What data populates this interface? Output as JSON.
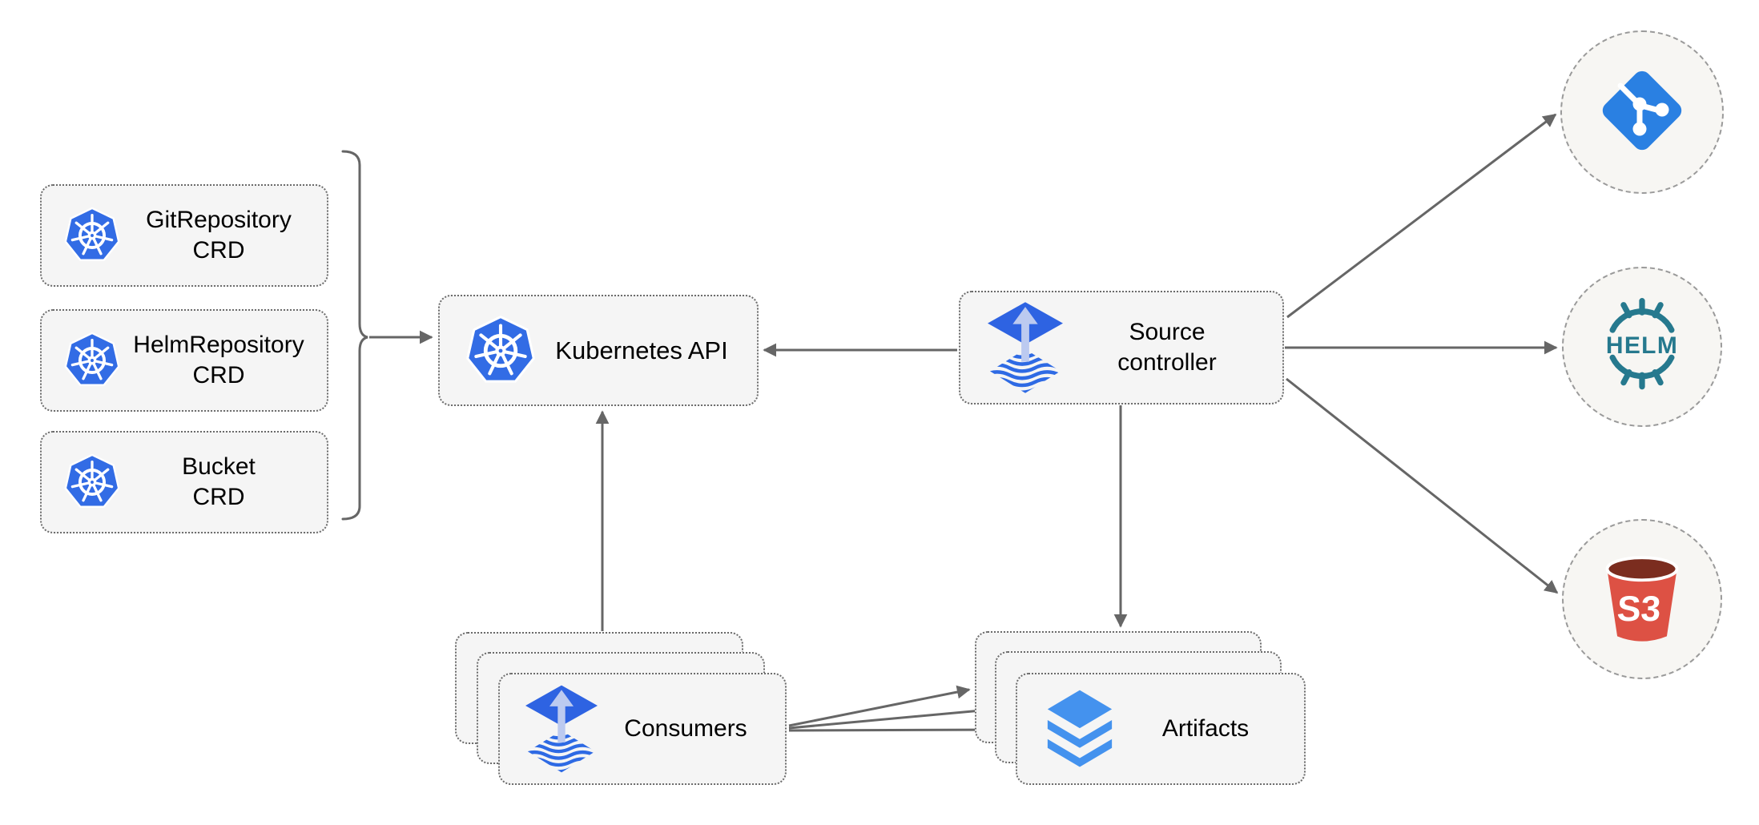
{
  "diagram": {
    "description": "Flux source-controller architecture diagram"
  },
  "crd_boxes": [
    {
      "id": "git-repository-crd",
      "line1": "GitRepository",
      "line2": "CRD"
    },
    {
      "id": "helm-repository-crd",
      "line1": "HelmRepository",
      "line2": "CRD"
    },
    {
      "id": "bucket-crd",
      "line1": "Bucket",
      "line2": "CRD"
    }
  ],
  "kubernetes_api": {
    "label": "Kubernetes API"
  },
  "source_controller": {
    "line1": "Source",
    "line2": "controller"
  },
  "consumers": {
    "label": "Consumers"
  },
  "artifacts": {
    "label": "Artifacts"
  },
  "external_sources": {
    "git": {
      "name": "git repository"
    },
    "helm": {
      "name": "helm repository",
      "text": "HELM"
    },
    "s3": {
      "name": "s3 bucket",
      "text": "S3"
    }
  },
  "colors": {
    "box_fill": "#f5f5f5",
    "box_border": "#6b6b6b",
    "arrow": "#666666",
    "kubernetes_blue": "#326ce5",
    "flux_blue": "#2e63e2",
    "flux_arrow_light": "#bccaf0",
    "git_blue": "#2a80e2",
    "helm_teal": "#26798e",
    "s3_red": "#dd5144",
    "s3_dark_red": "#7b2d1f",
    "layers_blue": "#4492ee",
    "circle_fill": "#f7f6f3",
    "circle_border": "#9a9a9a"
  }
}
